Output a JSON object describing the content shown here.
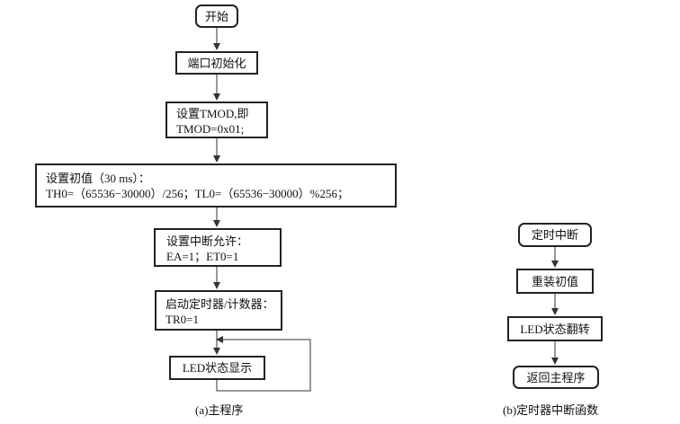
{
  "main": {
    "start": "开始",
    "port_init": "端口初始化",
    "tmod": [
      "设置TMOD,即",
      "TMOD=0x01;"
    ],
    "initial": [
      "设置初值（30 ms）：",
      "TH0=（65536−30000）/256；TL0=（65536−30000）%256；"
    ],
    "interrupt": [
      "设置中断允许：",
      "EA=1；ET0=1"
    ],
    "timer": [
      "启动定时器/计数器：",
      "TR0=1"
    ],
    "display": "LED状态显示",
    "caption": "(a)主程序"
  },
  "isr": {
    "entry": "定时中断",
    "reload": "重装初值",
    "toggle": "LED状态翻转",
    "return": "返回主程序",
    "caption": "(b)定时器中断函数"
  }
}
